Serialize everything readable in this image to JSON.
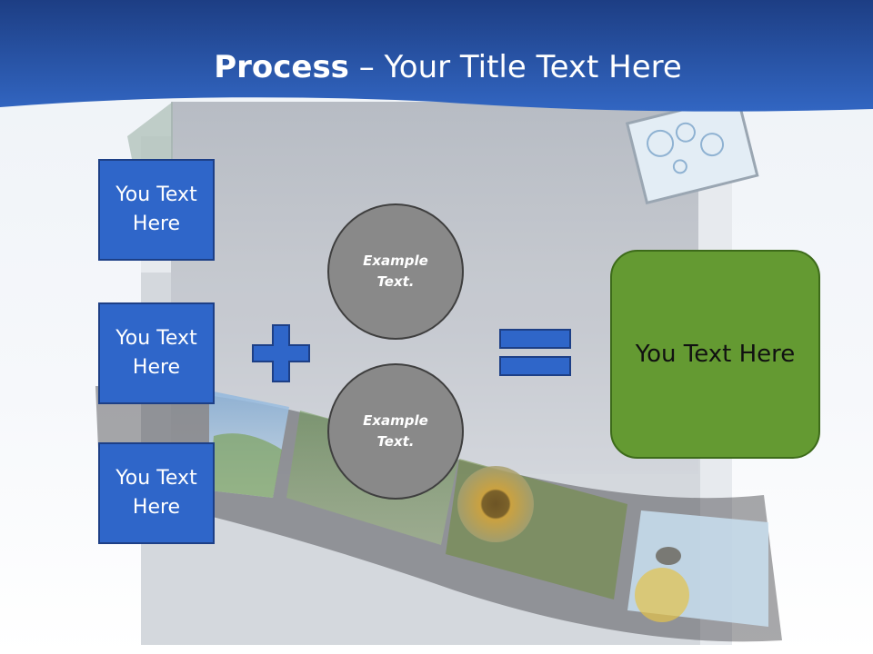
{
  "title": {
    "bold": "Process",
    "rest": " – Your Title Text Here"
  },
  "left_boxes": [
    {
      "label": "You Text Here"
    },
    {
      "label": "You Text Here"
    },
    {
      "label": "You Text Here"
    }
  ],
  "circles": [
    {
      "label": "Example Text."
    },
    {
      "label": "Example Text."
    }
  ],
  "result": {
    "label": "You Text Here"
  },
  "icons": {
    "plus": "plus-icon",
    "equals": "equals-icon"
  },
  "colors": {
    "header_blue": "#2a5cb8",
    "box_blue": "#2f66c9",
    "circle_gray": "#898989",
    "result_green": "#649a32"
  }
}
